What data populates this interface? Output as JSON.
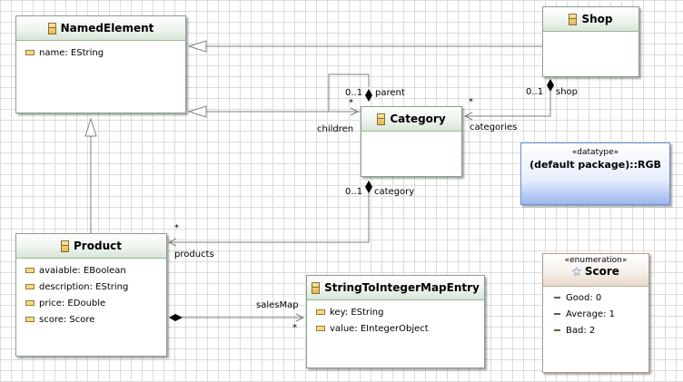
{
  "classes": {
    "named_element": {
      "name": "NamedElement",
      "attrs": [
        "name: EString"
      ]
    },
    "shop": {
      "name": "Shop"
    },
    "category": {
      "name": "Category"
    },
    "product": {
      "name": "Product",
      "attrs": [
        "avaiable: EBoolean",
        "description: EString",
        "price: EDouble",
        "score: Score"
      ]
    },
    "map_entry": {
      "name": "StringToIntegerMapEntry",
      "attrs": [
        "key: EString",
        "value: EIntegerObject"
      ]
    }
  },
  "datatype": {
    "stereotype": "«datatype»",
    "name": "(default package)::RGB"
  },
  "enumeration": {
    "stereotype": "«enumeration»",
    "name": "Score",
    "literals": [
      "Good: 0",
      "Average: 1",
      "Bad: 2"
    ]
  },
  "edge_labels": {
    "parent_mult": "0..1",
    "parent": "parent",
    "children_mult": "*",
    "children": "children",
    "categories_mult": "*",
    "categories": "categories",
    "shop_mult": "0..1",
    "shop": "shop",
    "category_mult": "0..1",
    "category": "category",
    "products_mult": "*",
    "products": "products",
    "salesmap": "salesMap",
    "salesmap_mult": "*"
  },
  "colors": {
    "class_border": "#8aa08a",
    "datatype_fill": "#9bb7ef",
    "enum_border": "#b09a86"
  }
}
